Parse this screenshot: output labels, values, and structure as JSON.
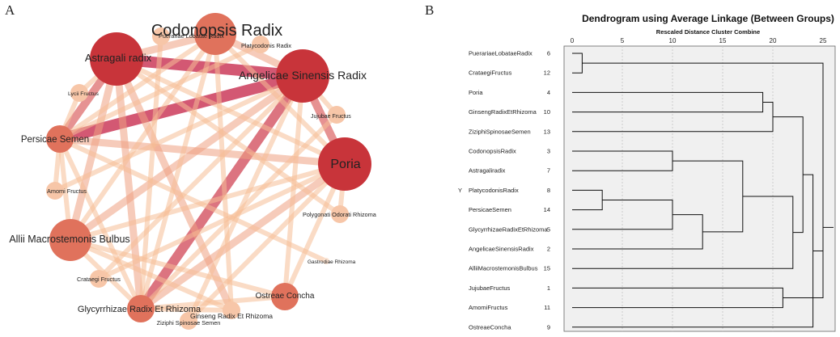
{
  "panel_a": {
    "letter": "A",
    "nodes": [
      {
        "id": "codonopsis",
        "label": "Codonopsis Radix",
        "size": 3
      },
      {
        "id": "puerariae",
        "label": "Puerariae Lobatae Radix",
        "size": 1
      },
      {
        "id": "platycodonis",
        "label": "Platycodonis Radix",
        "size": 1
      },
      {
        "id": "astragali",
        "label": "Astragali radix",
        "size": 4
      },
      {
        "id": "angelicae",
        "label": "Angelicae Sinensis Radix",
        "size": 4
      },
      {
        "id": "lycii",
        "label": "Lycii Fructus",
        "size": 1
      },
      {
        "id": "jujubae",
        "label": "Jujubae Fructus",
        "size": 1
      },
      {
        "id": "persicae",
        "label": "Persicae Semen",
        "size": 2
      },
      {
        "id": "poria",
        "label": "Poria",
        "size": 4
      },
      {
        "id": "amomi",
        "label": "Amomi Fructus",
        "size": 1
      },
      {
        "id": "polygonati",
        "label": "Polygonati Odorati Rhizoma",
        "size": 1
      },
      {
        "id": "allii",
        "label": "Allii Macrostemonis Bulbus",
        "size": 3
      },
      {
        "id": "gastrodiae",
        "label": "Gastrodiae Rhizoma",
        "size": 0
      },
      {
        "id": "crataegi",
        "label": "Crataegi Fructus",
        "size": 1
      },
      {
        "id": "ostreae",
        "label": "Ostreae Concha",
        "size": 2
      },
      {
        "id": "glycyrrhizae",
        "label": "Glycyrrhizae Radix Et Rhizoma",
        "size": 2
      },
      {
        "id": "ziziphi",
        "label": "Ziziphi Spinosae Semen",
        "size": 1
      },
      {
        "id": "ginseng",
        "label": "Ginseng Radix Et Rhizoma",
        "size": 1
      }
    ],
    "edges": [
      {
        "source": "astragali",
        "target": "angelicae",
        "weight": 5
      },
      {
        "source": "persicae",
        "target": "angelicae",
        "weight": 5
      },
      {
        "source": "glycyrrhizae",
        "target": "angelicae",
        "weight": 4
      },
      {
        "source": "angelicae",
        "target": "poria",
        "weight": 3
      },
      {
        "source": "astragali",
        "target": "persicae",
        "weight": 3
      },
      {
        "source": "astragali",
        "target": "ginseng",
        "weight": 2
      },
      {
        "source": "astragali",
        "target": "allii",
        "weight": 2
      },
      {
        "source": "codonopsis",
        "target": "angelicae",
        "weight": 2
      },
      {
        "source": "codonopsis",
        "target": "astragali",
        "weight": 2
      },
      {
        "source": "persicae",
        "target": "poria",
        "weight": 2
      },
      {
        "source": "glycyrrhizae",
        "target": "poria",
        "weight": 2
      },
      {
        "source": "astragali",
        "target": "glycyrrhizae",
        "weight": 2
      },
      {
        "source": "angelicae",
        "target": "allii",
        "weight": 2
      },
      {
        "source": "codonopsis",
        "target": "poria",
        "weight": 1
      },
      {
        "source": "persicae",
        "target": "glycyrrhizae",
        "weight": 1
      },
      {
        "source": "codonopsis",
        "target": "glycyrrhizae",
        "weight": 1
      },
      {
        "source": "astragali",
        "target": "poria",
        "weight": 1
      },
      {
        "source": "allii",
        "target": "poria",
        "weight": 1
      },
      {
        "source": "persicae",
        "target": "allii",
        "weight": 1
      },
      {
        "source": "angelicae",
        "target": "jujubae",
        "weight": 1
      },
      {
        "source": "glycyrrhizae",
        "target": "ginseng",
        "weight": 1
      },
      {
        "source": "allii",
        "target": "glycyrrhizae",
        "weight": 1
      },
      {
        "source": "codonopsis",
        "target": "allii",
        "weight": 1
      },
      {
        "source": "angelicae",
        "target": "ziziphi",
        "weight": 1
      },
      {
        "source": "poria",
        "target": "ostreae",
        "weight": 1
      },
      {
        "source": "poria",
        "target": "polygonati",
        "weight": 1
      },
      {
        "source": "astragali",
        "target": "lycii",
        "weight": 1
      },
      {
        "source": "codonopsis",
        "target": "persicae",
        "weight": 1
      },
      {
        "source": "angelicae",
        "target": "ostreae",
        "weight": 1
      },
      {
        "source": "glycyrrhizae",
        "target": "ostreae",
        "weight": 1
      },
      {
        "source": "persicae",
        "target": "amomi",
        "weight": 1
      },
      {
        "source": "puerariae",
        "target": "glycyrrhizae",
        "weight": 1
      },
      {
        "source": "platycodonis",
        "target": "persicae",
        "weight": 1
      },
      {
        "source": "codonopsis",
        "target": "ginseng",
        "weight": 1
      },
      {
        "source": "allii",
        "target": "ginseng",
        "weight": 1
      },
      {
        "source": "crataegi",
        "target": "angelicae",
        "weight": 1
      },
      {
        "source": "crataegi",
        "target": "poria",
        "weight": 1
      },
      {
        "source": "ziziphi",
        "target": "poria",
        "weight": 1
      },
      {
        "source": "lycii",
        "target": "persicae",
        "weight": 1
      },
      {
        "source": "jujubae",
        "target": "glycyrrhizae",
        "weight": 1
      },
      {
        "source": "polygonati",
        "target": "astragali",
        "weight": 1
      },
      {
        "source": "amomi",
        "target": "angelicae",
        "weight": 1
      },
      {
        "source": "gastrodiae",
        "target": "persicae",
        "weight": 1
      },
      {
        "source": "ostreae",
        "target": "allii",
        "weight": 1
      }
    ],
    "colors": {
      "dark": "#c8343a",
      "mid": "#e0725c",
      "light": "#f7c6a8",
      "faint": "#fbe3d2"
    }
  },
  "panel_b": {
    "letter": "B",
    "title": "Dendrogram using Average Linkage (Between Groups)",
    "subtitle": "Rescaled Distance Cluster Combine",
    "axis_ticks": [
      "0",
      "5",
      "10",
      "15",
      "20",
      "25"
    ],
    "marker": "Y"
  },
  "chart_data": {
    "type": "dendrogram",
    "title": "Dendrogram using Average Linkage (Between Groups)",
    "xlabel": "Rescaled Distance Cluster Combine",
    "xlim": [
      0,
      25
    ],
    "xticks": [
      0,
      5,
      10,
      15,
      20,
      25
    ],
    "grid": true,
    "leaves": [
      {
        "label": "PuerariaeLobataeRadix",
        "num": "6"
      },
      {
        "label": "CrataegiFructus",
        "num": "12"
      },
      {
        "label": "Poria",
        "num": "4"
      },
      {
        "label": "GinsengRadixEtRhizoma",
        "num": "10"
      },
      {
        "label": "ZiziphiSpinosaeSemen",
        "num": "13"
      },
      {
        "label": "CodonopsisRadix",
        "num": "3"
      },
      {
        "label": "Astragaliradix",
        "num": "7"
      },
      {
        "label": "PlatycodonisRadix",
        "num": "8"
      },
      {
        "label": "PersicaeSemen",
        "num": "14"
      },
      {
        "label": "GlycyrrhizaeRadixEtRhizoma",
        "num": "5"
      },
      {
        "label": "AngelicaeSinensisRadix",
        "num": "2"
      },
      {
        "label": "AlliiMacrostemonisBulbus",
        "num": "15"
      },
      {
        "label": "JujubaeFructus",
        "num": "1"
      },
      {
        "label": "AmomiFructus",
        "num": "11"
      },
      {
        "label": "OstreaeConcha",
        "num": "9"
      }
    ],
    "merges": [
      {
        "id": "c1",
        "children": [
          "L0",
          "L1"
        ],
        "height": 1
      },
      {
        "id": "c2",
        "children": [
          "L7",
          "L8"
        ],
        "height": 3
      },
      {
        "id": "c3",
        "children": [
          "L5",
          "L6"
        ],
        "height": 10
      },
      {
        "id": "c4",
        "children": [
          "c2",
          "L9"
        ],
        "height": 10
      },
      {
        "id": "c5",
        "children": [
          "c4",
          "L10"
        ],
        "height": 13
      },
      {
        "id": "c6",
        "children": [
          "c3",
          "c5"
        ],
        "height": 17
      },
      {
        "id": "c7",
        "children": [
          "L2",
          "L3"
        ],
        "height": 19
      },
      {
        "id": "c8",
        "children": [
          "c7",
          "L4"
        ],
        "height": 20
      },
      {
        "id": "c9",
        "children": [
          "L12",
          "L13"
        ],
        "height": 21
      },
      {
        "id": "c10",
        "children": [
          "c6",
          "L11"
        ],
        "height": 22
      },
      {
        "id": "c11",
        "children": [
          "c8",
          "c10"
        ],
        "height": 23
      },
      {
        "id": "c12",
        "children": [
          "c11",
          "L14"
        ],
        "height": 24
      },
      {
        "id": "c13",
        "children": [
          "c1",
          "c12"
        ],
        "height": 25
      },
      {
        "id": "c14",
        "children": [
          "c13",
          "c9"
        ],
        "height": 25
      }
    ]
  }
}
